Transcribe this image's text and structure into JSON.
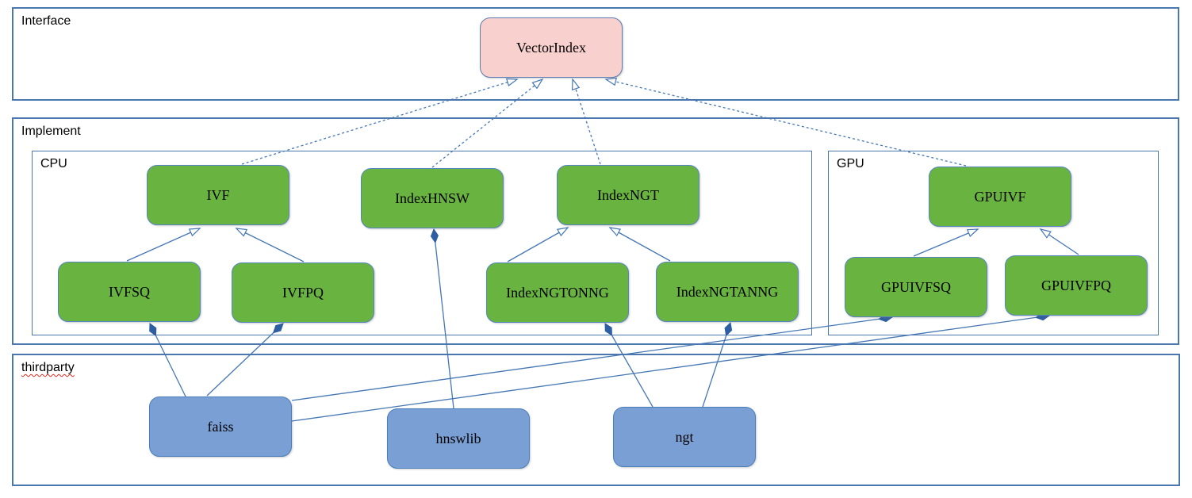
{
  "diagram": {
    "containers": {
      "interface": {
        "label": "Interface"
      },
      "implement": {
        "label": "Implement"
      },
      "cpu": {
        "label": "CPU"
      },
      "gpu": {
        "label": "GPU"
      },
      "thirdparty": {
        "label": "thirdparty"
      }
    },
    "nodes": {
      "vectorindex": {
        "label": "VectorIndex",
        "kind": "interface",
        "container": "interface"
      },
      "ivf": {
        "label": "IVF",
        "kind": "implementation",
        "container": "cpu"
      },
      "indexhnsw": {
        "label": "IndexHNSW",
        "kind": "implementation",
        "container": "cpu"
      },
      "indexngt": {
        "label": "IndexNGT",
        "kind": "implementation",
        "container": "cpu"
      },
      "ivfsq": {
        "label": "IVFSQ",
        "kind": "implementation",
        "container": "cpu"
      },
      "ivfpq": {
        "label": "IVFPQ",
        "kind": "implementation",
        "container": "cpu"
      },
      "indexngtonng": {
        "label": "IndexNGTONNG",
        "kind": "implementation",
        "container": "cpu"
      },
      "indexngtanng": {
        "label": "IndexNGTANNG",
        "kind": "implementation",
        "container": "cpu"
      },
      "gpuivf": {
        "label": "GPUIVF",
        "kind": "implementation",
        "container": "gpu"
      },
      "gpuivfsq": {
        "label": "GPUIVFSQ",
        "kind": "implementation",
        "container": "gpu"
      },
      "gpuivfpq": {
        "label": "GPUIVFPQ",
        "kind": "implementation",
        "container": "gpu"
      },
      "faiss": {
        "label": "faiss",
        "kind": "thirdparty-lib",
        "container": "thirdparty"
      },
      "hnswlib": {
        "label": "hnswlib",
        "kind": "thirdparty-lib",
        "container": "thirdparty"
      },
      "ngt": {
        "label": "ngt",
        "kind": "thirdparty-lib",
        "container": "thirdparty"
      }
    },
    "edges": [
      {
        "from": "ivf",
        "to": "vectorindex",
        "type": "inheritance-dashed"
      },
      {
        "from": "indexhnsw",
        "to": "vectorindex",
        "type": "inheritance-dashed"
      },
      {
        "from": "indexngt",
        "to": "vectorindex",
        "type": "inheritance-dashed"
      },
      {
        "from": "gpuivf",
        "to": "vectorindex",
        "type": "inheritance-dashed"
      },
      {
        "from": "ivfsq",
        "to": "ivf",
        "type": "inheritance"
      },
      {
        "from": "ivfpq",
        "to": "ivf",
        "type": "inheritance"
      },
      {
        "from": "indexngtonng",
        "to": "indexngt",
        "type": "inheritance"
      },
      {
        "from": "indexngtanng",
        "to": "indexngt",
        "type": "inheritance"
      },
      {
        "from": "gpuivfsq",
        "to": "gpuivf",
        "type": "inheritance"
      },
      {
        "from": "gpuivfpq",
        "to": "gpuivf",
        "type": "inheritance"
      },
      {
        "from": "faiss",
        "to": "ivfsq",
        "type": "composition"
      },
      {
        "from": "faiss",
        "to": "ivfpq",
        "type": "composition"
      },
      {
        "from": "faiss",
        "to": "gpuivfsq",
        "type": "composition"
      },
      {
        "from": "faiss",
        "to": "gpuivfpq",
        "type": "composition"
      },
      {
        "from": "hnswlib",
        "to": "indexhnsw",
        "type": "composition"
      },
      {
        "from": "ngt",
        "to": "indexngtonng",
        "type": "composition"
      },
      {
        "from": "ngt",
        "to": "indexngtanng",
        "type": "composition"
      }
    ],
    "colors": {
      "interface_node_fill": "#f8d0cd",
      "implementation_node_fill": "#69b340",
      "thirdparty_node_fill": "#7a9fd4",
      "container_border": "#4a77ad",
      "edge_stroke": "#4577b5",
      "composition_diamond": "#2e5fa3",
      "text": "#000000",
      "spellcheck_underline": "#e02b20"
    }
  }
}
